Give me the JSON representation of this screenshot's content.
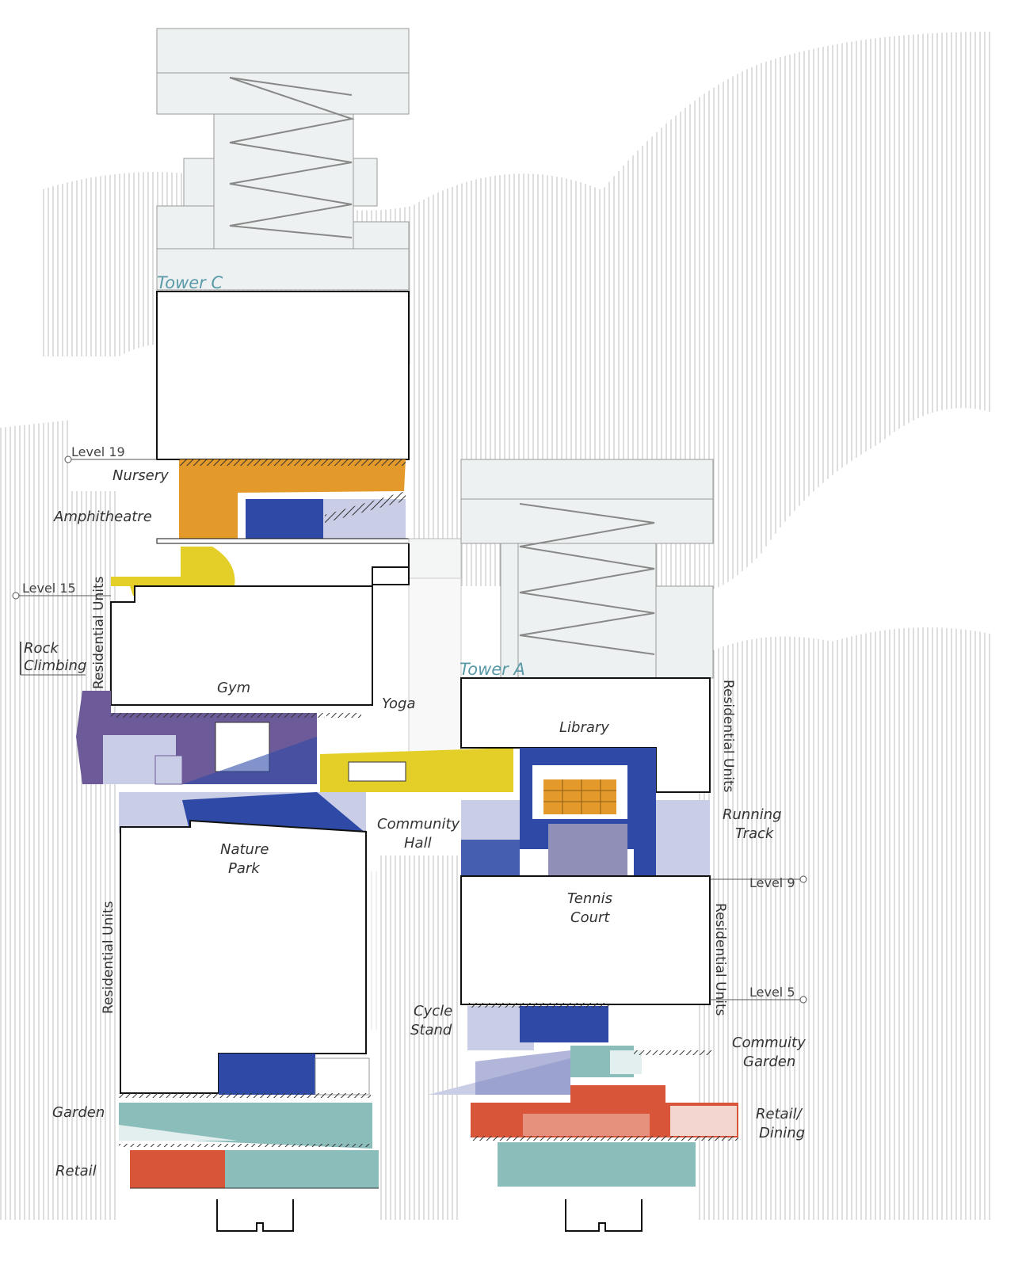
{
  "towers": {
    "c": "Tower C",
    "a": "Tower A"
  },
  "levels": {
    "l19": "Level 19",
    "l15": "Level 15",
    "l9": "Level 9",
    "l5": "Level 5"
  },
  "spaces": {
    "nursery": "Nursery",
    "amphitheatre": "Amphitheatre",
    "rock_1": "Rock",
    "rock_2": "Climbing",
    "residential": "Residential Units",
    "gym": "Gym",
    "yoga": "Yoga",
    "library": "Library",
    "running_1": "Running",
    "running_2": "Track",
    "community_1": "Community",
    "community_2": "Hall",
    "nature_1": "Nature",
    "nature_2": "Park",
    "tennis_1": "Tennis",
    "tennis_2": "Court",
    "cycle_1": "Cycle",
    "cycle_2": "Stand",
    "commgarden_1": "Commuity",
    "commgarden_2": "Garden",
    "retail_dining_1": "Retail/",
    "retail_dining_2": "Dining",
    "garden": "Garden",
    "retail": "Retail"
  },
  "colors": {
    "orange": "#e49a2a",
    "yellow": "#e4cf28",
    "purple": "#6c5b98",
    "blue": "#2f4aa6",
    "lavender": "#c9cde6",
    "teal": "#8bbdbb",
    "red": "#d9553a",
    "tower_text": "#5a9aa8",
    "hatch_line": "#bdbdbd",
    "facade_fill": "#eef1f1"
  }
}
